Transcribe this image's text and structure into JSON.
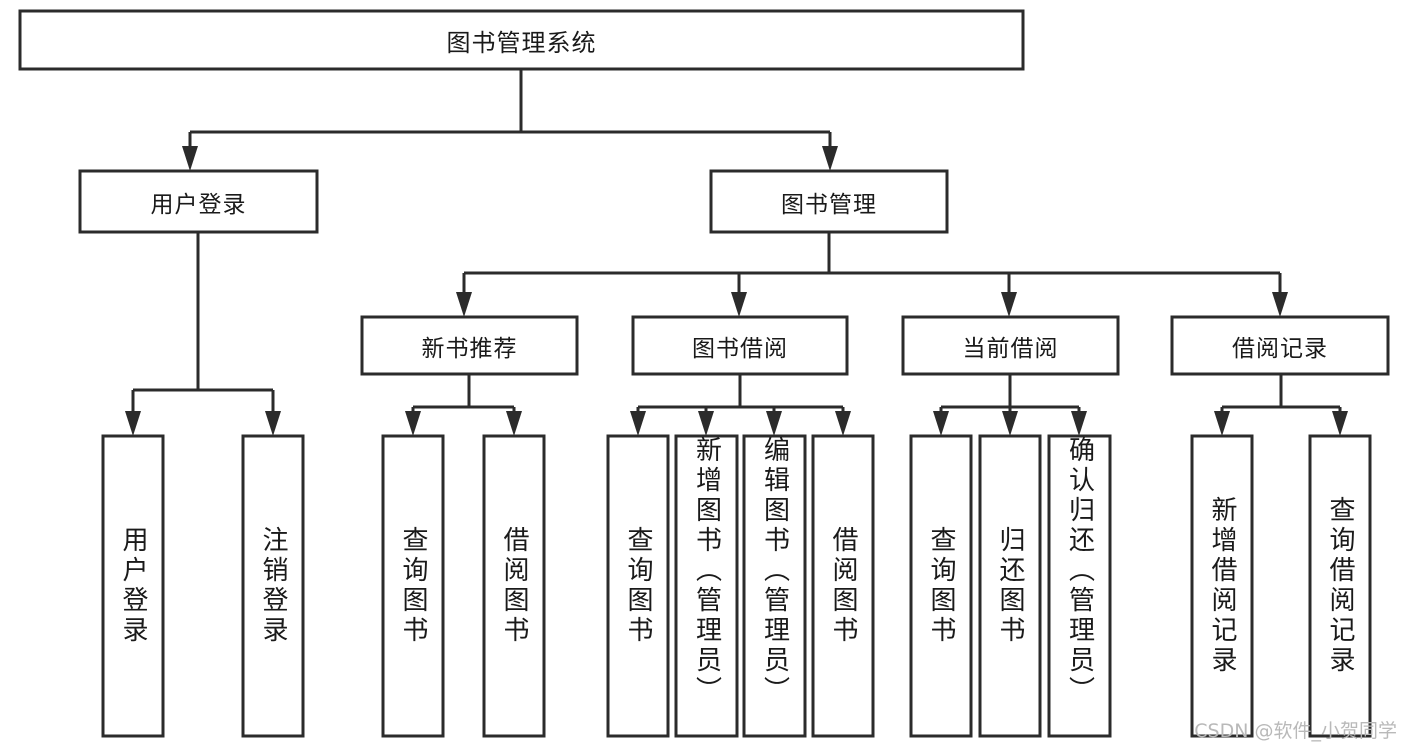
{
  "diagram": {
    "type": "tree-hierarchy-chart",
    "title": "图书管理系统",
    "colors": {
      "background": "#ffffff",
      "box_stroke": "#2b2b2b",
      "box_fill": "#ffffff",
      "text": "#1a1a1a",
      "watermark": "#b9b9b9"
    },
    "root": {
      "label": "图书管理系统"
    },
    "level2": [
      {
        "label": "用户登录"
      },
      {
        "label": "图书管理"
      }
    ],
    "level3": [
      {
        "label": "新书推荐"
      },
      {
        "label": "图书借阅"
      },
      {
        "label": "当前借阅"
      },
      {
        "label": "借阅记录"
      }
    ],
    "leaves": {
      "user_login": [
        {
          "label": "用户登录"
        },
        {
          "label": "注销登录"
        }
      ],
      "new_book_recommend": [
        {
          "label": "查询图书"
        },
        {
          "label": "借阅图书"
        }
      ],
      "book_borrow": [
        {
          "label": "查询图书"
        },
        {
          "label": "新增图书（管理员）"
        },
        {
          "label": "编辑图书（管理员）"
        },
        {
          "label": "借阅图书"
        }
      ],
      "current_borrow": [
        {
          "label": "查询图书"
        },
        {
          "label": "归还图书"
        },
        {
          "label": "确认归还（管理员）"
        }
      ],
      "borrow_record": [
        {
          "label": "新增借阅记录"
        },
        {
          "label": "查询借阅记录"
        }
      ]
    },
    "watermark": "CSDN @软件_小贺同学"
  }
}
